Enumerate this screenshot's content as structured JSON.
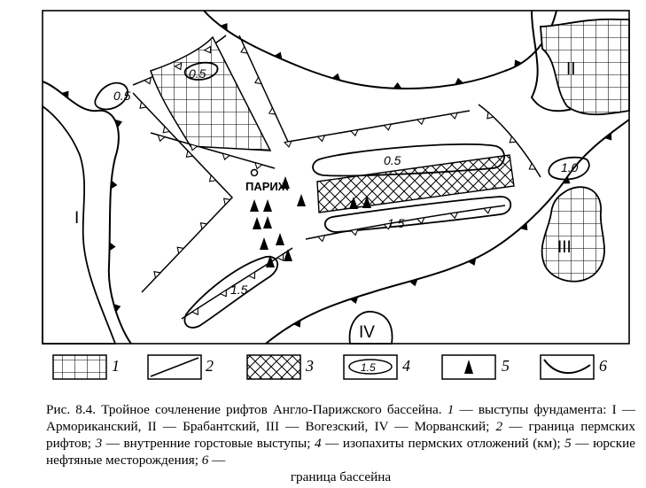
{
  "map": {
    "city_label": "ПАРИЖ",
    "massifs": [
      "I",
      "II",
      "III",
      "IV"
    ],
    "isopachs": [
      "0.5",
      "0.5",
      "0.5",
      "1.5",
      "1.5",
      "1.0"
    ]
  },
  "legend": {
    "items": [
      {
        "num": "1"
      },
      {
        "num": "2"
      },
      {
        "num": "3"
      },
      {
        "num": "4",
        "sample": "1.5"
      },
      {
        "num": "5"
      },
      {
        "num": "6"
      }
    ]
  },
  "caption": {
    "lead": "Рис. 8.4. Тройное сочленение рифтов Англо-Парижского бассейна. ",
    "k1": "1",
    "t1": " — выступы фундамента: I — Армориканский, II — Брабантский, III — Вогезский, IV — Морванский; ",
    "k2": "2",
    "t2": " — граница пермских рифтов; ",
    "k3": "3",
    "t3": " — внутренние горстовые выступы; ",
    "k4": "4",
    "t4": " — изопахиты пермских отложений (км); ",
    "k5": "5",
    "t5": " — юрские нефтяные месторождения; ",
    "k6": "6",
    "t6": " —",
    "last": "граница бассейна"
  }
}
